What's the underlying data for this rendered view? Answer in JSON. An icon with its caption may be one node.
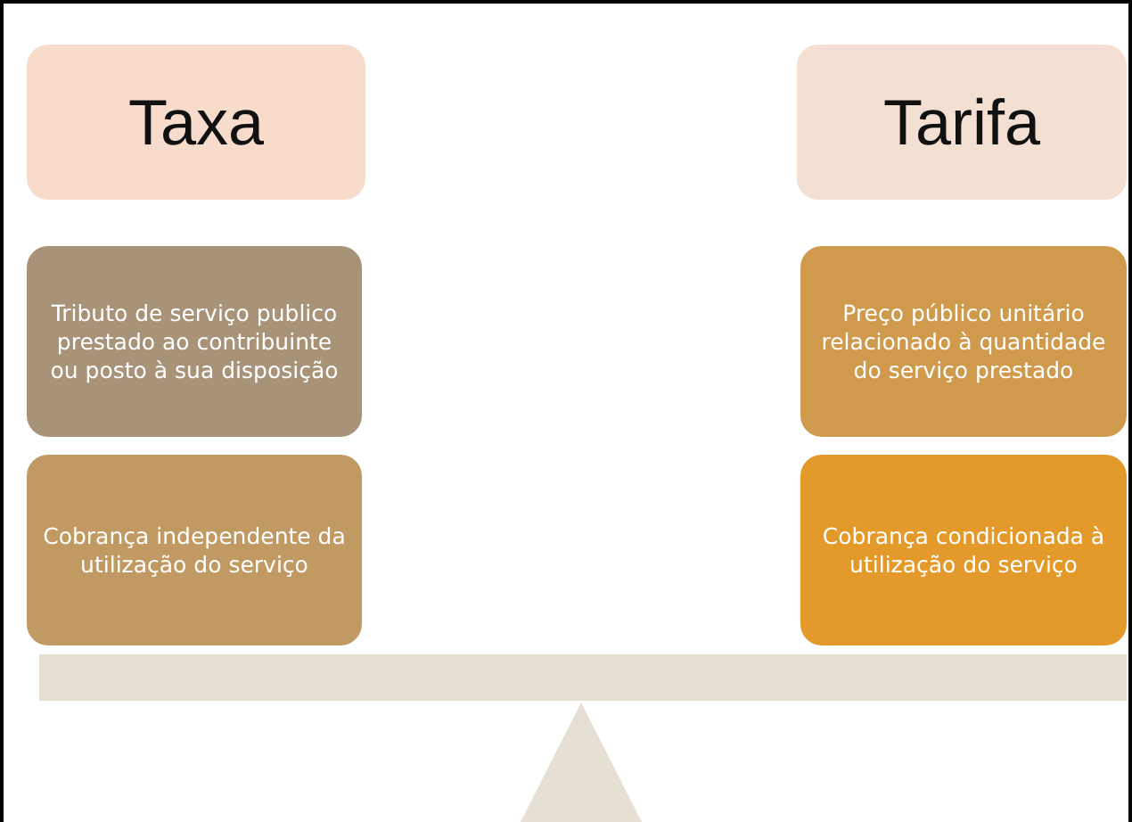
{
  "diagram": {
    "nodes": [
      {
        "text": [
          "Taxa"
        ]
      },
      {
        "text": [
          "Tarifa"
        ]
      },
      {
        "text": [
          "Tributo de serviço publico prestado ao contribuinte ou posto à sua disposição"
        ]
      },
      {
        "text": [
          "Preço público unitário relacionado à quantidade do serviço prestado"
        ]
      },
      {
        "text": [
          "Cobrança independente da utilização do serviço"
        ]
      },
      {
        "text": [
          "Cobrança condicionada à utilização do serviço"
        ]
      }
    ]
  }
}
